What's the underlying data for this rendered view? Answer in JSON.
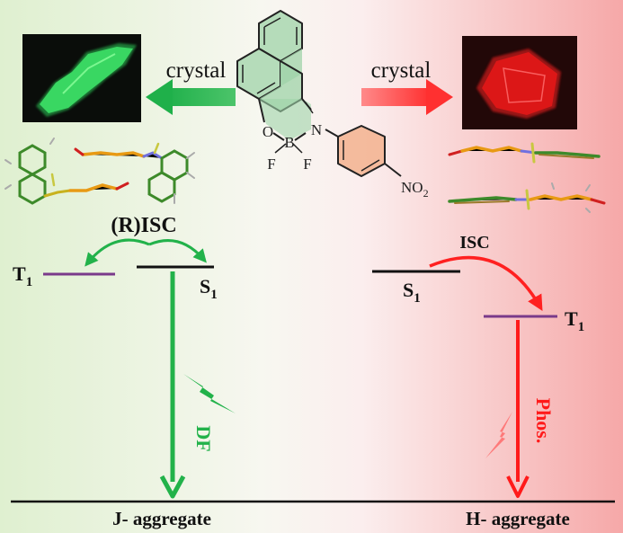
{
  "left": {
    "arrow_label": "crystal",
    "transition_label": "(R)ISC",
    "triplet": {
      "main": "T",
      "sub": "1"
    },
    "singlet": {
      "main": "S",
      "sub": "1"
    },
    "emission_label": "DF",
    "aggregate_label": "J- aggregate",
    "color": "#22b24a"
  },
  "right": {
    "arrow_label": "crystal",
    "transition_label": "ISC",
    "singlet": {
      "main": "S",
      "sub": "1"
    },
    "triplet": {
      "main": "T",
      "sub": "1"
    },
    "emission_label": "Phos.",
    "aggregate_label": "H- aggregate",
    "color": "#ff2a2a"
  },
  "molecule": {
    "atoms": {
      "o": "O",
      "b": "B",
      "n": "N",
      "f1": "F",
      "f2": "F"
    },
    "nitro": {
      "main": "NO",
      "sub": "2"
    }
  },
  "colors": {
    "triplet_level": "#7a3a8a",
    "singlet_level": "#111111",
    "background_left": "#e3f2d6",
    "background_right": "#f7b1b1"
  }
}
